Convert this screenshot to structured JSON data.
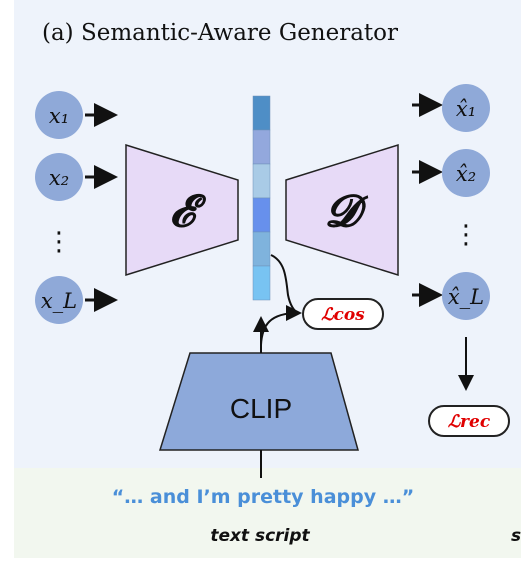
{
  "title": "(a) Semantic-Aware Generator",
  "inputs": [
    "x₁",
    "x₂",
    "x_L"
  ],
  "outputs": [
    "x̂₁",
    "x̂₂",
    "x̂_L"
  ],
  "vdots": "⋮",
  "encoder_label": "𝓔",
  "decoder_label": "𝓓",
  "clip_label": "CLIP",
  "loss_cos": "ℒcos",
  "loss_rec": "ℒrec",
  "text_quote": "“… and I’m pretty happy …”",
  "text_caption": "text script",
  "cut_text": "s",
  "colors": {
    "node": "#8fa9d8",
    "trapezoid": "#e7daf7",
    "clip": "#8da9da",
    "loss_red": "#e00000",
    "quote_blue": "#4a8fd8",
    "token_colors": [
      "#4e8ec6",
      "#93a8dd",
      "#a9cbe6",
      "#6790ec",
      "#7fb3dd",
      "#78c3f2"
    ]
  }
}
